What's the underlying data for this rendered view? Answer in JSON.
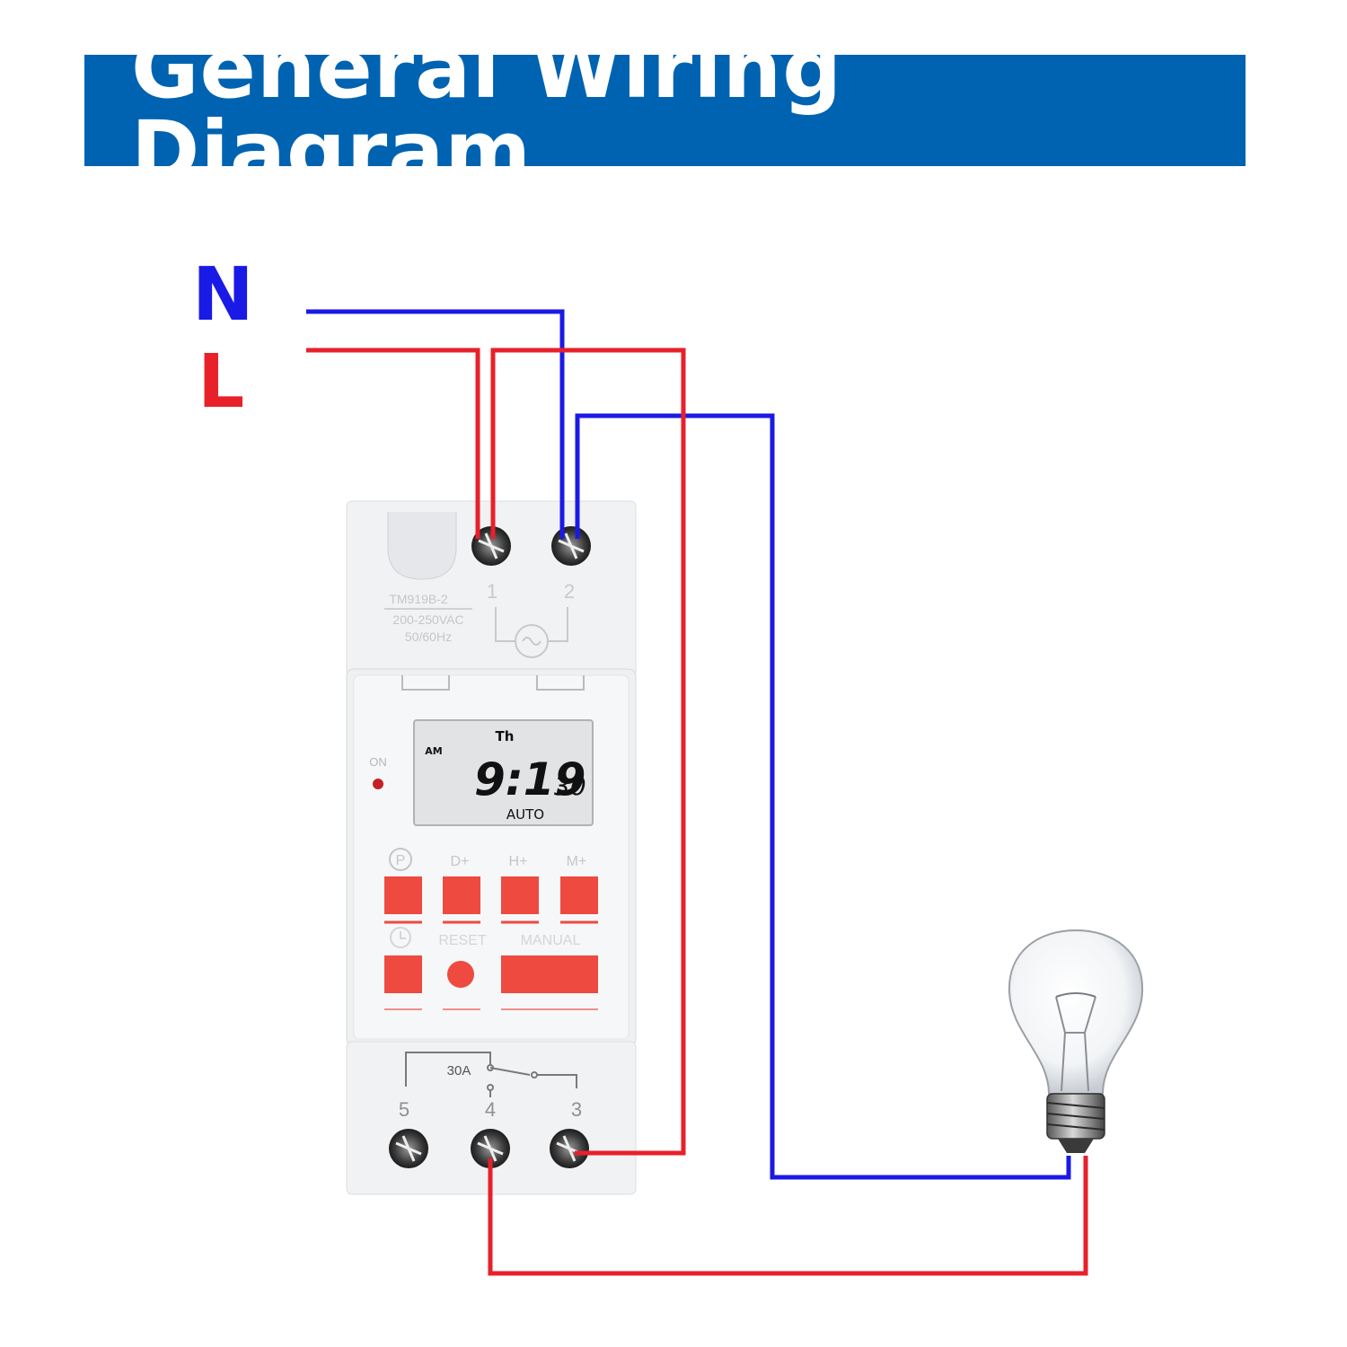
{
  "title": "General Wiring Diagram",
  "colors": {
    "banner": "#0063b1",
    "neutral_wire": "#1a1ae6",
    "live_wire": "#e8202a",
    "button": "#ee4a40"
  },
  "labels": {
    "neutral": "N",
    "live": "L"
  },
  "device": {
    "model": "TM919B-2",
    "voltage": "200-250VAC",
    "frequency": "50/60Hz",
    "top_terminals": [
      "1",
      "2"
    ],
    "bottom_terminals": [
      "5",
      "4",
      "3"
    ],
    "relay_rating": "30A",
    "on_indicator": "ON",
    "display": {
      "day": "Th",
      "meridiem": "AM",
      "time": "9:19",
      "seconds": "30",
      "mode": "AUTO"
    },
    "buttons_row1": [
      "P",
      "D+",
      "H+",
      "M+"
    ],
    "buttons_row2": [
      "RESET",
      "MANUAL"
    ],
    "icons": [
      "program-icon",
      "clock-icon",
      "ac-source-symbol",
      "relay-switch-symbol"
    ]
  },
  "load": {
    "icon": "light-bulb-icon"
  }
}
